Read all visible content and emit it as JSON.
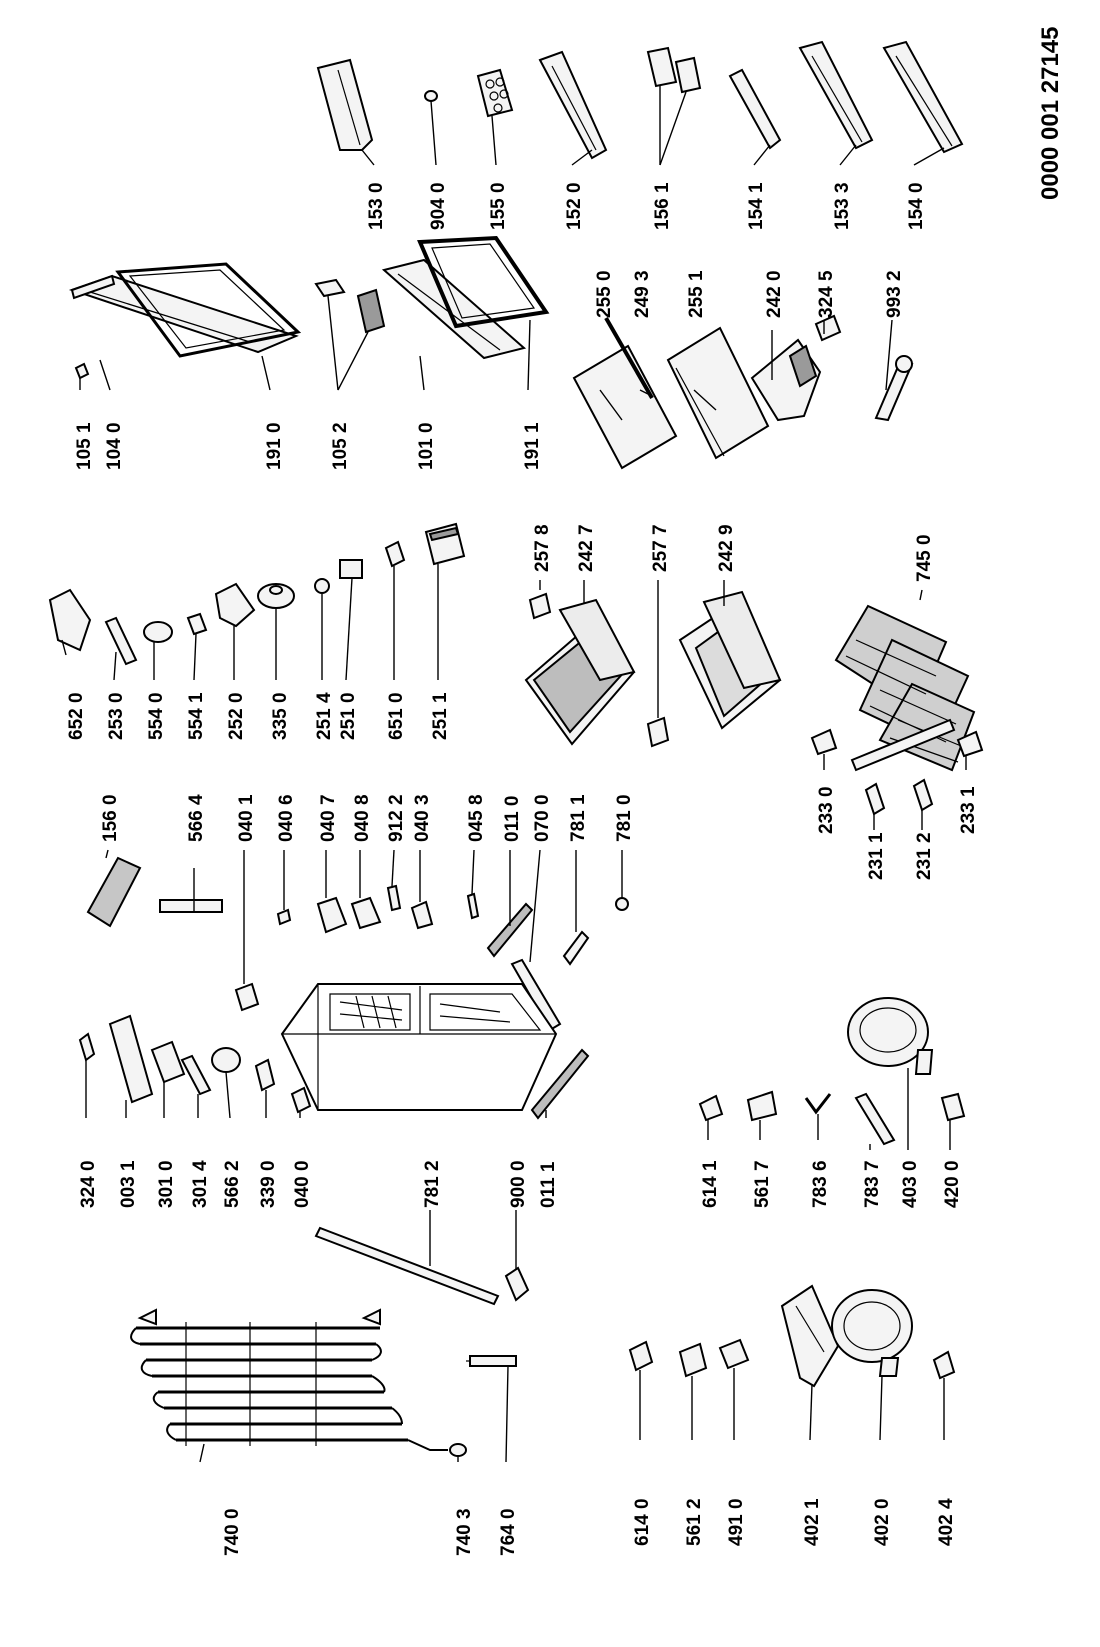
{
  "document_id": "0000 001 27145",
  "labels": {
    "l1530": "153 0",
    "l9040": "904 0",
    "l1550": "155 0",
    "l1520": "152 0",
    "l1561": "156 1",
    "l1541": "154 1",
    "l1533": "153 3",
    "l1540": "154 0",
    "l1051": "105 1",
    "l1040": "104 0",
    "l1910": "191 0",
    "l1052": "105 2",
    "l1010": "101 0",
    "l1911": "191 1",
    "l2550": "255 0",
    "l2493": "249 3",
    "l2551": "255 1",
    "l2420": "242 0",
    "l3245": "324 5",
    "l9932": "993 2",
    "l6520": "652 0",
    "l2530": "253 0",
    "l5540": "554 0",
    "l5541": "554 1",
    "l2520": "252 0",
    "l3350": "335 0",
    "l2514": "251 4",
    "l2510": "251 0",
    "l6510": "651 0",
    "l2511": "251 1",
    "l2578": "257 8",
    "l2427": "242 7",
    "l2577": "257 7",
    "l2429": "242 9",
    "l7450": "745 0",
    "l2330": "233 0",
    "l2311": "231 1",
    "l2312": "231 2",
    "l2331": "233 1",
    "l1560": "156 0",
    "l5664": "566 4",
    "l0401": "040 1",
    "l0406": "040 6",
    "l0407": "040 7",
    "l0408": "040 8",
    "l9122": "912 2",
    "l0403": "040 3",
    "l0458": "045 8",
    "l0110": "011 0",
    "l0700": "070 0",
    "l7811": "781 1",
    "l7810": "781 0",
    "l3240": "324 0",
    "l0031": "003 1",
    "l3010": "301 0",
    "l3014": "301 4",
    "l5662": "566 2",
    "l3390": "339 0",
    "l0400": "040 0",
    "l7812": "781 2",
    "l9000": "900 0",
    "l0111": "011 1",
    "l6141": "614 1",
    "l5617": "561 7",
    "l7836": "783 6",
    "l7837": "783 7",
    "l4030": "403 0",
    "l4200": "420 0",
    "l7400": "740 0",
    "l7403": "740 3",
    "l7640": "764 0",
    "l6140": "614 0",
    "l5612": "561 2",
    "l4910": "491 0",
    "l4021": "402 1",
    "l4020": "402 0",
    "l4024": "402 4"
  },
  "icons": {
    "cabinet": "refrigerator-cabinet-icon",
    "condenser": "condenser-coil-icon",
    "compressor": "compressor-icon",
    "shelf": "glass-shelf-icon",
    "door": "door-panel-icon",
    "drawer": "crisper-drawer-icon"
  }
}
